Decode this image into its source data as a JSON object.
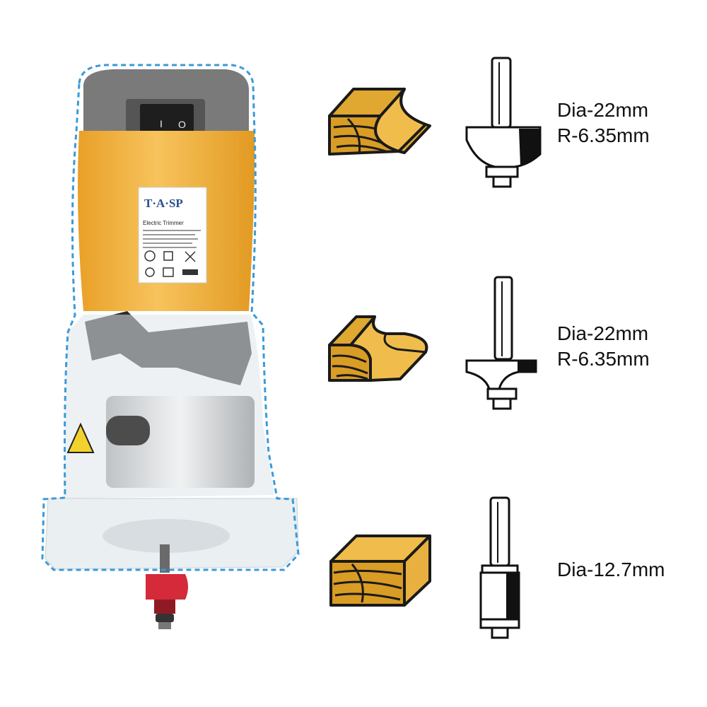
{
  "product": {
    "brand_label": "T·A·SP",
    "label_title": "Electric Trimmer"
  },
  "bits": [
    {
      "profile": "cove",
      "specs": [
        "Dia-22mm",
        "R-6.35mm"
      ]
    },
    {
      "profile": "round-over",
      "specs": [
        "Dia-22mm",
        "R-6.35mm"
      ]
    },
    {
      "profile": "flush-trim",
      "specs": [
        "Dia-12.7mm"
      ]
    }
  ],
  "colors": {
    "wood_fill": "#e0a830",
    "wood_outline": "#1a1a1a",
    "tool_yellow": "#f0a830",
    "tool_gray": "#6e6e6e",
    "dash_outline": "#3a9ad9",
    "bit_red": "#d42a3a"
  }
}
